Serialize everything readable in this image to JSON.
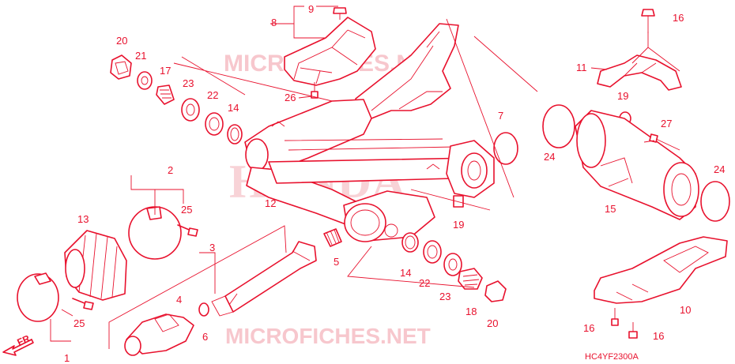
{
  "diagram": {
    "code": "HC4YF2300A",
    "front_arrow": "FR.",
    "watermark_site": "MICROFICHES.NET",
    "watermark_brand": "HONDA",
    "labels": [
      {
        "id": "l1",
        "text": "1"
      },
      {
        "id": "l2",
        "text": "2"
      },
      {
        "id": "l3",
        "text": "3"
      },
      {
        "id": "l4",
        "text": "4"
      },
      {
        "id": "l5",
        "text": "5"
      },
      {
        "id": "l6",
        "text": "6"
      },
      {
        "id": "l7",
        "text": "7"
      },
      {
        "id": "l8",
        "text": "8"
      },
      {
        "id": "l9",
        "text": "9"
      },
      {
        "id": "l10",
        "text": "10"
      },
      {
        "id": "l11",
        "text": "11"
      },
      {
        "id": "l12",
        "text": "12"
      },
      {
        "id": "l13",
        "text": "13"
      },
      {
        "id": "l14a",
        "text": "14"
      },
      {
        "id": "l14b",
        "text": "14"
      },
      {
        "id": "l15",
        "text": "15"
      },
      {
        "id": "l16a",
        "text": "16"
      },
      {
        "id": "l16b",
        "text": "16"
      },
      {
        "id": "l16c",
        "text": "16"
      },
      {
        "id": "l17",
        "text": "17"
      },
      {
        "id": "l18",
        "text": "18"
      },
      {
        "id": "l19a",
        "text": "19"
      },
      {
        "id": "l19b",
        "text": "19"
      },
      {
        "id": "l20a",
        "text": "20"
      },
      {
        "id": "l20b",
        "text": "20"
      },
      {
        "id": "l21",
        "text": "21"
      },
      {
        "id": "l22a",
        "text": "22"
      },
      {
        "id": "l22b",
        "text": "22"
      },
      {
        "id": "l23a",
        "text": "23"
      },
      {
        "id": "l23b",
        "text": "23"
      },
      {
        "id": "l24a",
        "text": "24"
      },
      {
        "id": "l24b",
        "text": "24"
      },
      {
        "id": "l25a",
        "text": "25"
      },
      {
        "id": "l25b",
        "text": "25"
      },
      {
        "id": "l26",
        "text": "26"
      },
      {
        "id": "l27",
        "text": "27"
      }
    ]
  }
}
